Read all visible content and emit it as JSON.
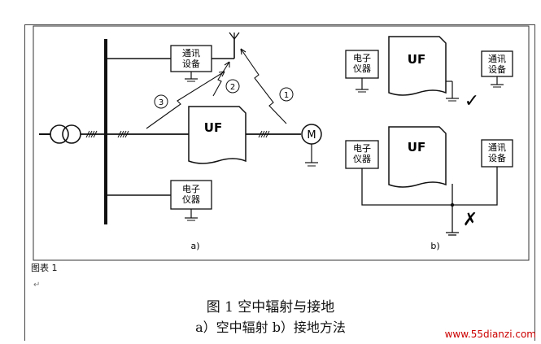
{
  "labels": {
    "comm_equipment": "通讯\n设备",
    "electronic_instrument": "电子\n仪器",
    "uf": "UF",
    "motor": "M",
    "path1": "1",
    "path2": "2",
    "path3": "3",
    "sub_a": "a)",
    "sub_b": "b)",
    "check_mark": "✓",
    "cross_mark": "✗"
  },
  "figure_label": "图表 1",
  "caption": {
    "line1": "图 1  空中辐射与接地",
    "line2": "a）空中辐射   b）接地方法"
  },
  "watermark": "www.55dianzi.com",
  "colors": {
    "line": "#111111",
    "frame": "#444444",
    "watermark": "#cc0000",
    "para_mark": "#777777"
  }
}
